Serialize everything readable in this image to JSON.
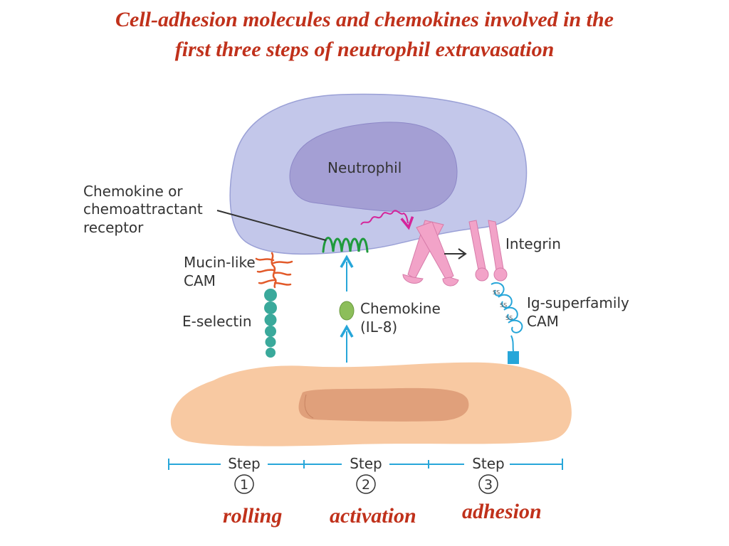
{
  "title": {
    "line1": "Cell-adhesion molecules and chemokines involved in the",
    "line2": "first three steps of neutrophil extravasation"
  },
  "labels": {
    "neutrophil": "Neutrophil",
    "receptor": [
      "Chemokine or",
      "chemoattractant",
      "receptor"
    ],
    "mucin": [
      "Mucin-like",
      "CAM"
    ],
    "eselectin": "E-selectin",
    "chemokine": [
      "Chemokine",
      "(IL-8)"
    ],
    "integrin": "Integrin",
    "igsf": [
      "Ig-superfamily",
      "CAM"
    ]
  },
  "steps": [
    {
      "word": "Step",
      "number": "1",
      "name": "rolling"
    },
    {
      "word": "Step",
      "number": "2",
      "name": "activation"
    },
    {
      "word": "Step",
      "number": "3",
      "name": "adhesion"
    }
  ],
  "colors": {
    "title": "#c0311b",
    "neutrophil_cell": "#c3c7ea",
    "neutrophil_nucleus": "#a49fd4",
    "endothelial_cell": "#f8c9a2",
    "endothelial_nucleus": "#e0a07b",
    "receptor": "#1f9a3c",
    "selectin": "#3aa99b",
    "mucin": "#e25a2a",
    "integrin": "#f2a3c8",
    "igsf": "#27a6d9",
    "arrow": "#27a6d9",
    "signal": "#d5249a",
    "chemokine": "#8cbe5a"
  }
}
